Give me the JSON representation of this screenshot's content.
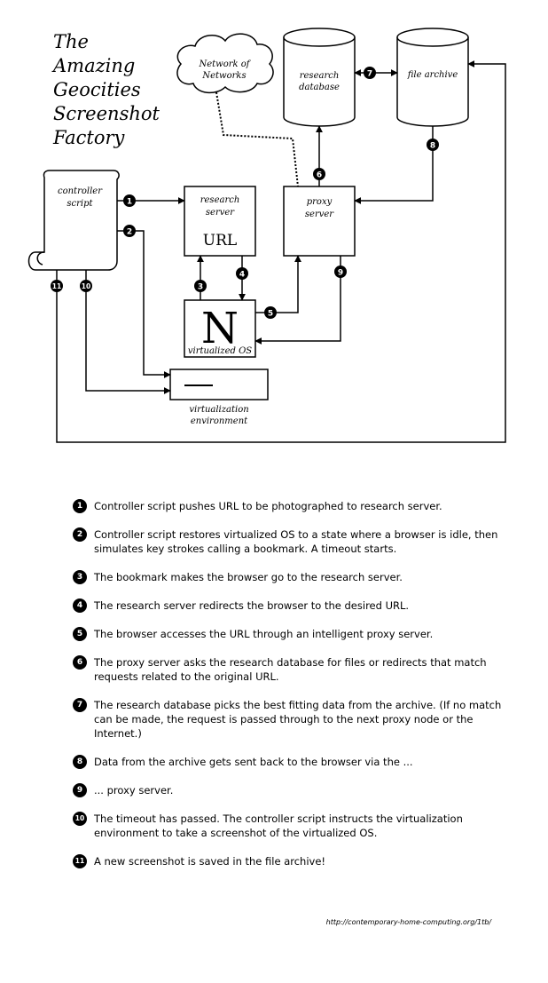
{
  "title_lines": [
    "The",
    "Amazing",
    "Geocities",
    "Screenshot",
    "Factory"
  ],
  "nodes": {
    "network": [
      "Network of",
      "Networks"
    ],
    "research_database": [
      "research",
      "database"
    ],
    "file_archive": "file archive",
    "controller_script": [
      "controller",
      "script"
    ],
    "research_server": [
      "research",
      "server"
    ],
    "research_server_url": "URL",
    "proxy_server": [
      "proxy",
      "server"
    ],
    "virtualized_os_logo": "N",
    "virtualized_os": "virtualized OS",
    "virtualization_environment": [
      "virtualization",
      "environment"
    ]
  },
  "badges": [
    "1",
    "2",
    "3",
    "4",
    "5",
    "6",
    "7",
    "8",
    "9",
    "10",
    "11"
  ],
  "steps": [
    {
      "num": "1",
      "text": "Controller script pushes URL to be photographed to research server."
    },
    {
      "num": "2",
      "text": "Controller script restores virtualized OS to a state where a browser is idle, then simulates key strokes calling a bookmark. A timeout starts."
    },
    {
      "num": "3",
      "text": "The bookmark makes the browser go to the research server."
    },
    {
      "num": "4",
      "text": "The research server redirects the browser to the desired URL."
    },
    {
      "num": "5",
      "text": "The browser accesses the URL through an intelligent proxy server."
    },
    {
      "num": "6",
      "text": "The proxy server asks the research database for files or redirects that match requests related to the original URL."
    },
    {
      "num": "7",
      "text": "The research database picks the best fitting data from the archive. (If no match can be made, the request is passed through to the next proxy node or the Internet.)"
    },
    {
      "num": "8",
      "text": "Data from the archive gets sent back to the browser via the ..."
    },
    {
      "num": "9",
      "text": "... proxy server."
    },
    {
      "num": "10",
      "text": "The timeout has passed. The controller script instructs the virtualization environment to take a screenshot of the virtualized OS."
    },
    {
      "num": "11",
      "text": "A new screenshot is saved in the file archive!"
    }
  ],
  "source_url": "http://contemporary-home-computing.org/1tb/"
}
